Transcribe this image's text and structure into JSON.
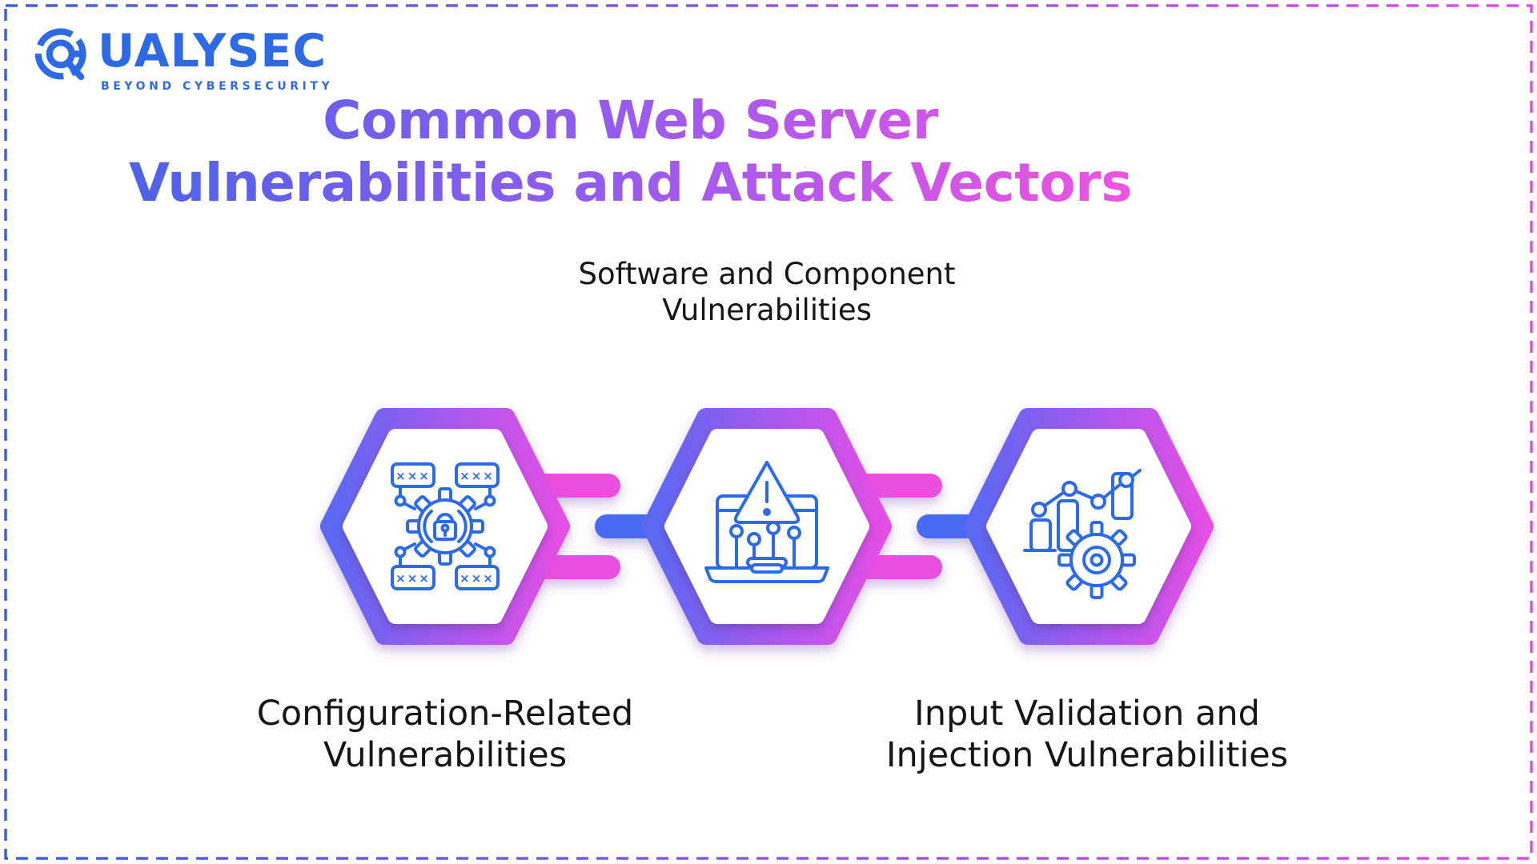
{
  "page": {
    "background": "#ffffff",
    "border": {
      "style": "dashed",
      "gradient_left": "#3D5FE6",
      "gradient_right": "#E44AEC"
    }
  },
  "logo": {
    "wordmark": "QUALYSEC",
    "wordmark_rest": "UALYSEC",
    "tagline": "BEYOND CYBERSECURITY",
    "color": "#2E6AE4",
    "mark": "magnifier-q-icon"
  },
  "title": {
    "line1": "Common Web Server",
    "line2": "Vulnerabilities and Attack Vectors",
    "gradient_start": "#4A63E8",
    "gradient_mid": "#8E5CEF",
    "gradient_end": "#F353DE"
  },
  "diagram": {
    "hexagon_gradient": {
      "start": "#5A68F2",
      "mid": "#A35AEE",
      "end": "#E44FE5"
    },
    "connector_pink": "#E94FDE",
    "connector_blue": "#4A6BF2",
    "icon_color": "#2B6BE9",
    "label_color": "#161616",
    "items": [
      {
        "id": "configuration",
        "label_line1": "Configuration-Related",
        "label_line2": "Vulnerabilities",
        "label_position": "below",
        "icon": "gear-lock-passwords-icon",
        "password_mask": "×××"
      },
      {
        "id": "software-component",
        "label_line1": "Software and Component",
        "label_line2": "Vulnerabilities",
        "label_position": "above",
        "icon": "laptop-warning-icon"
      },
      {
        "id": "input-validation",
        "label_line1": "Input Validation and",
        "label_line2": "Injection Vulnerabilities",
        "label_position": "below",
        "icon": "analytics-gear-icon"
      }
    ]
  }
}
